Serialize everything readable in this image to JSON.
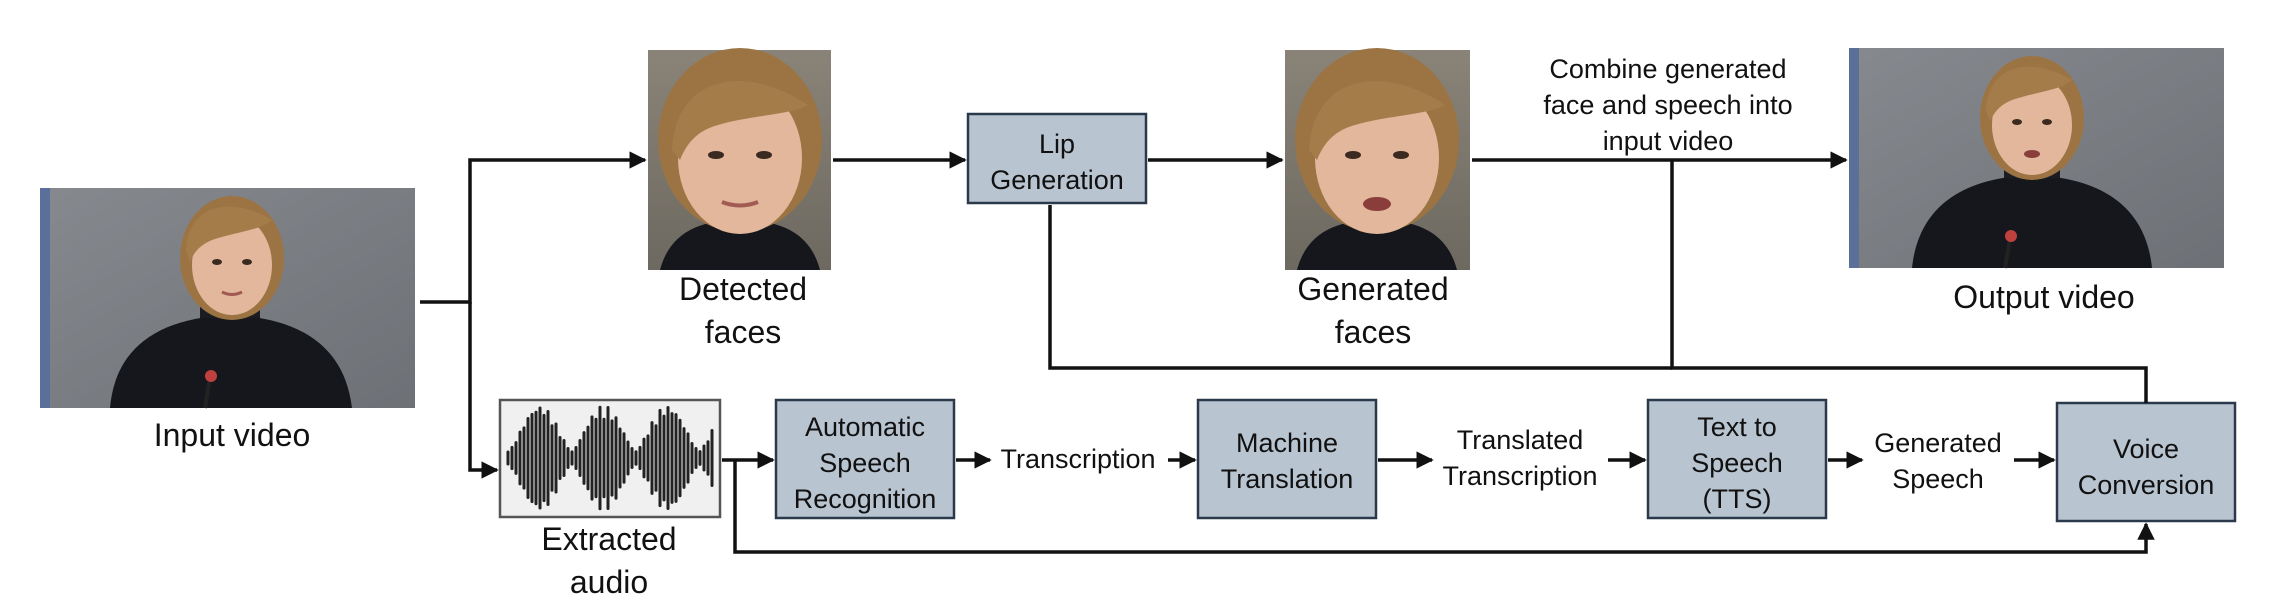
{
  "nodes": {
    "input_video": {
      "caption": "Input video"
    },
    "detected_faces": {
      "caption_line1": "Detected",
      "caption_line2": "faces"
    },
    "lip_generation": {
      "line1": "Lip",
      "line2": "Generation"
    },
    "generated_faces": {
      "caption_line1": "Generated",
      "caption_line2": "faces"
    },
    "combine_note": {
      "line1": "Combine generated",
      "line2": "face and speech into",
      "line3": "input video"
    },
    "output_video": {
      "caption": "Output video"
    },
    "extracted_audio": {
      "caption_line1": "Extracted",
      "caption_line2": "audio"
    },
    "asr": {
      "line1": "Automatic",
      "line2": "Speech",
      "line3": "Recognition"
    },
    "transcription": {
      "text": "Transcription"
    },
    "machine_translation": {
      "line1": "Machine",
      "line2": "Translation"
    },
    "translated_transcription": {
      "line1": "Translated",
      "line2": "Transcription"
    },
    "tts": {
      "line1": "Text to",
      "line2": "Speech",
      "line3": "(TTS)"
    },
    "generated_speech": {
      "line1": "Generated",
      "line2": "Speech"
    },
    "voice_conversion": {
      "line1": "Voice",
      "line2": "Conversion"
    }
  },
  "colors": {
    "process_box_fill": "#b9c4d1",
    "process_box_stroke": "#2a3a4a",
    "video_background": "#7a7e84",
    "face_skin": "#e2b79b",
    "hair": "#a07a48",
    "sweater": "#15171c"
  }
}
